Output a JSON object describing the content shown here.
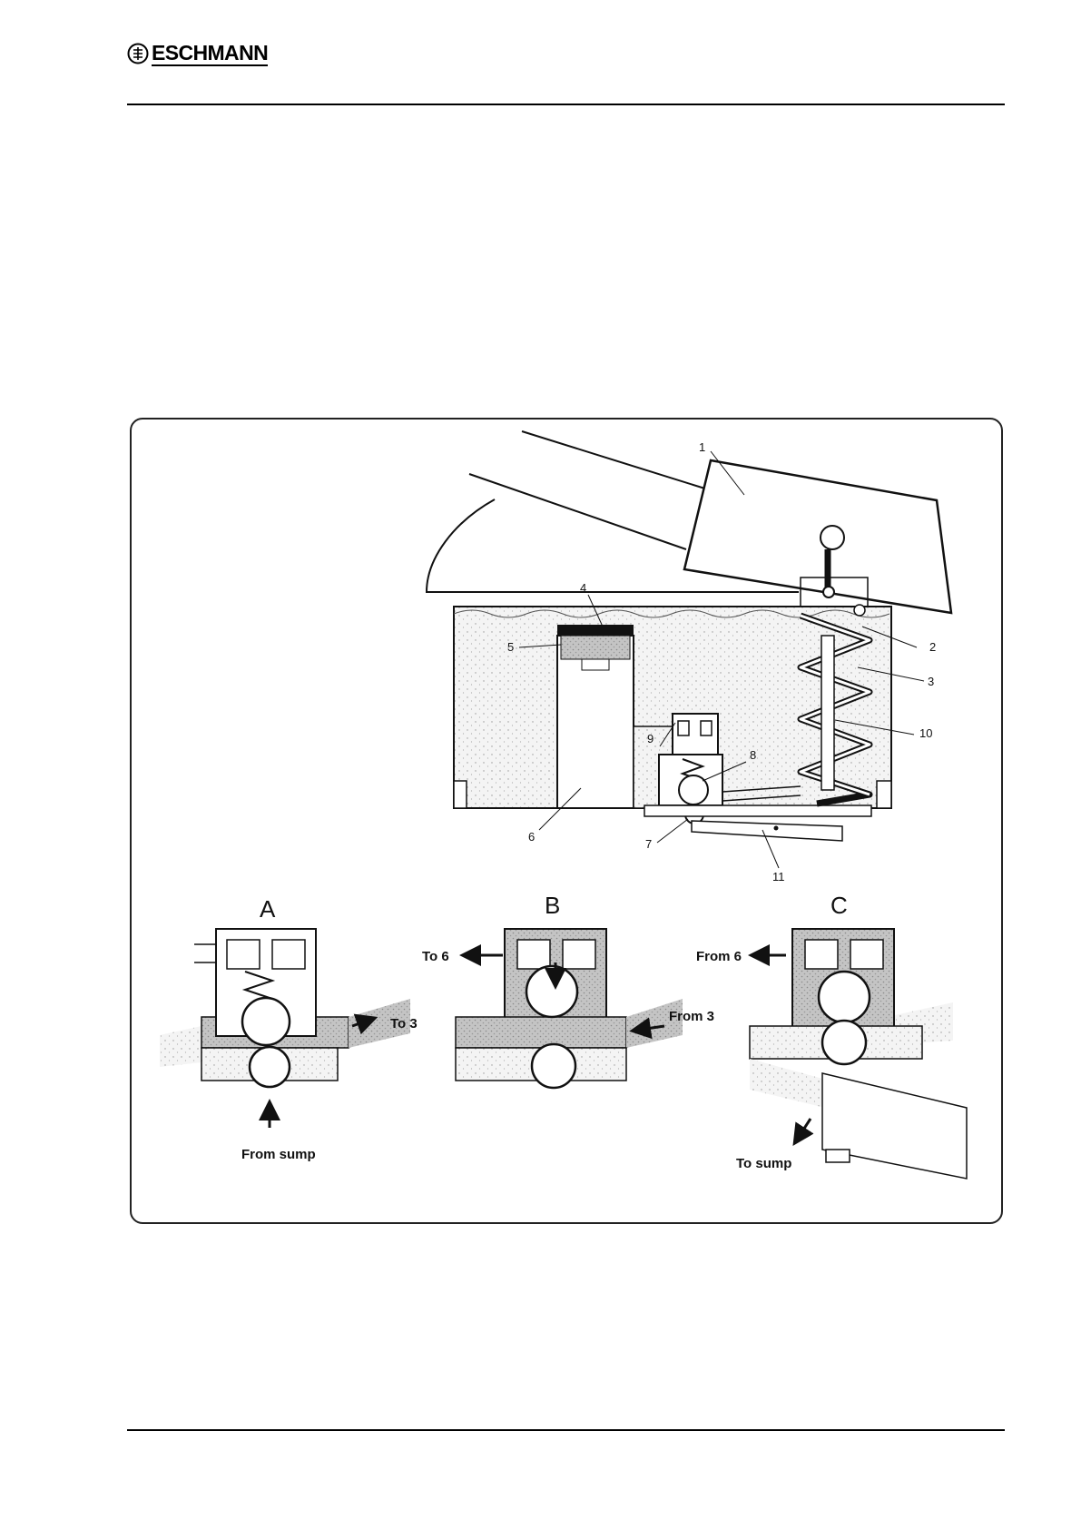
{
  "header": {
    "brand": "ESCHMANN",
    "logo_icon": "eschmann-logo-icon"
  },
  "figure": {
    "callouts": [
      {
        "key": "c1",
        "label": "1"
      },
      {
        "key": "c2",
        "label": "2"
      },
      {
        "key": "c3",
        "label": "3"
      },
      {
        "key": "c4",
        "label": "4"
      },
      {
        "key": "c5",
        "label": "5"
      },
      {
        "key": "c6",
        "label": "6"
      },
      {
        "key": "c7",
        "label": "7"
      },
      {
        "key": "c8",
        "label": "8"
      },
      {
        "key": "c9",
        "label": "9"
      },
      {
        "key": "c10",
        "label": "10"
      },
      {
        "key": "c11",
        "label": "11"
      }
    ],
    "panels": [
      {
        "key": "A",
        "title": "A",
        "labels": [
          "To 3",
          "From sump"
        ]
      },
      {
        "key": "B",
        "title": "B",
        "labels": [
          "To 6",
          "From 3"
        ]
      },
      {
        "key": "C",
        "title": "C",
        "labels": [
          "From 6",
          "To sump"
        ]
      }
    ]
  },
  "colors": {
    "line": "#111111",
    "fluid": "#c9c9c9",
    "stipple": "#e6e6e6"
  }
}
